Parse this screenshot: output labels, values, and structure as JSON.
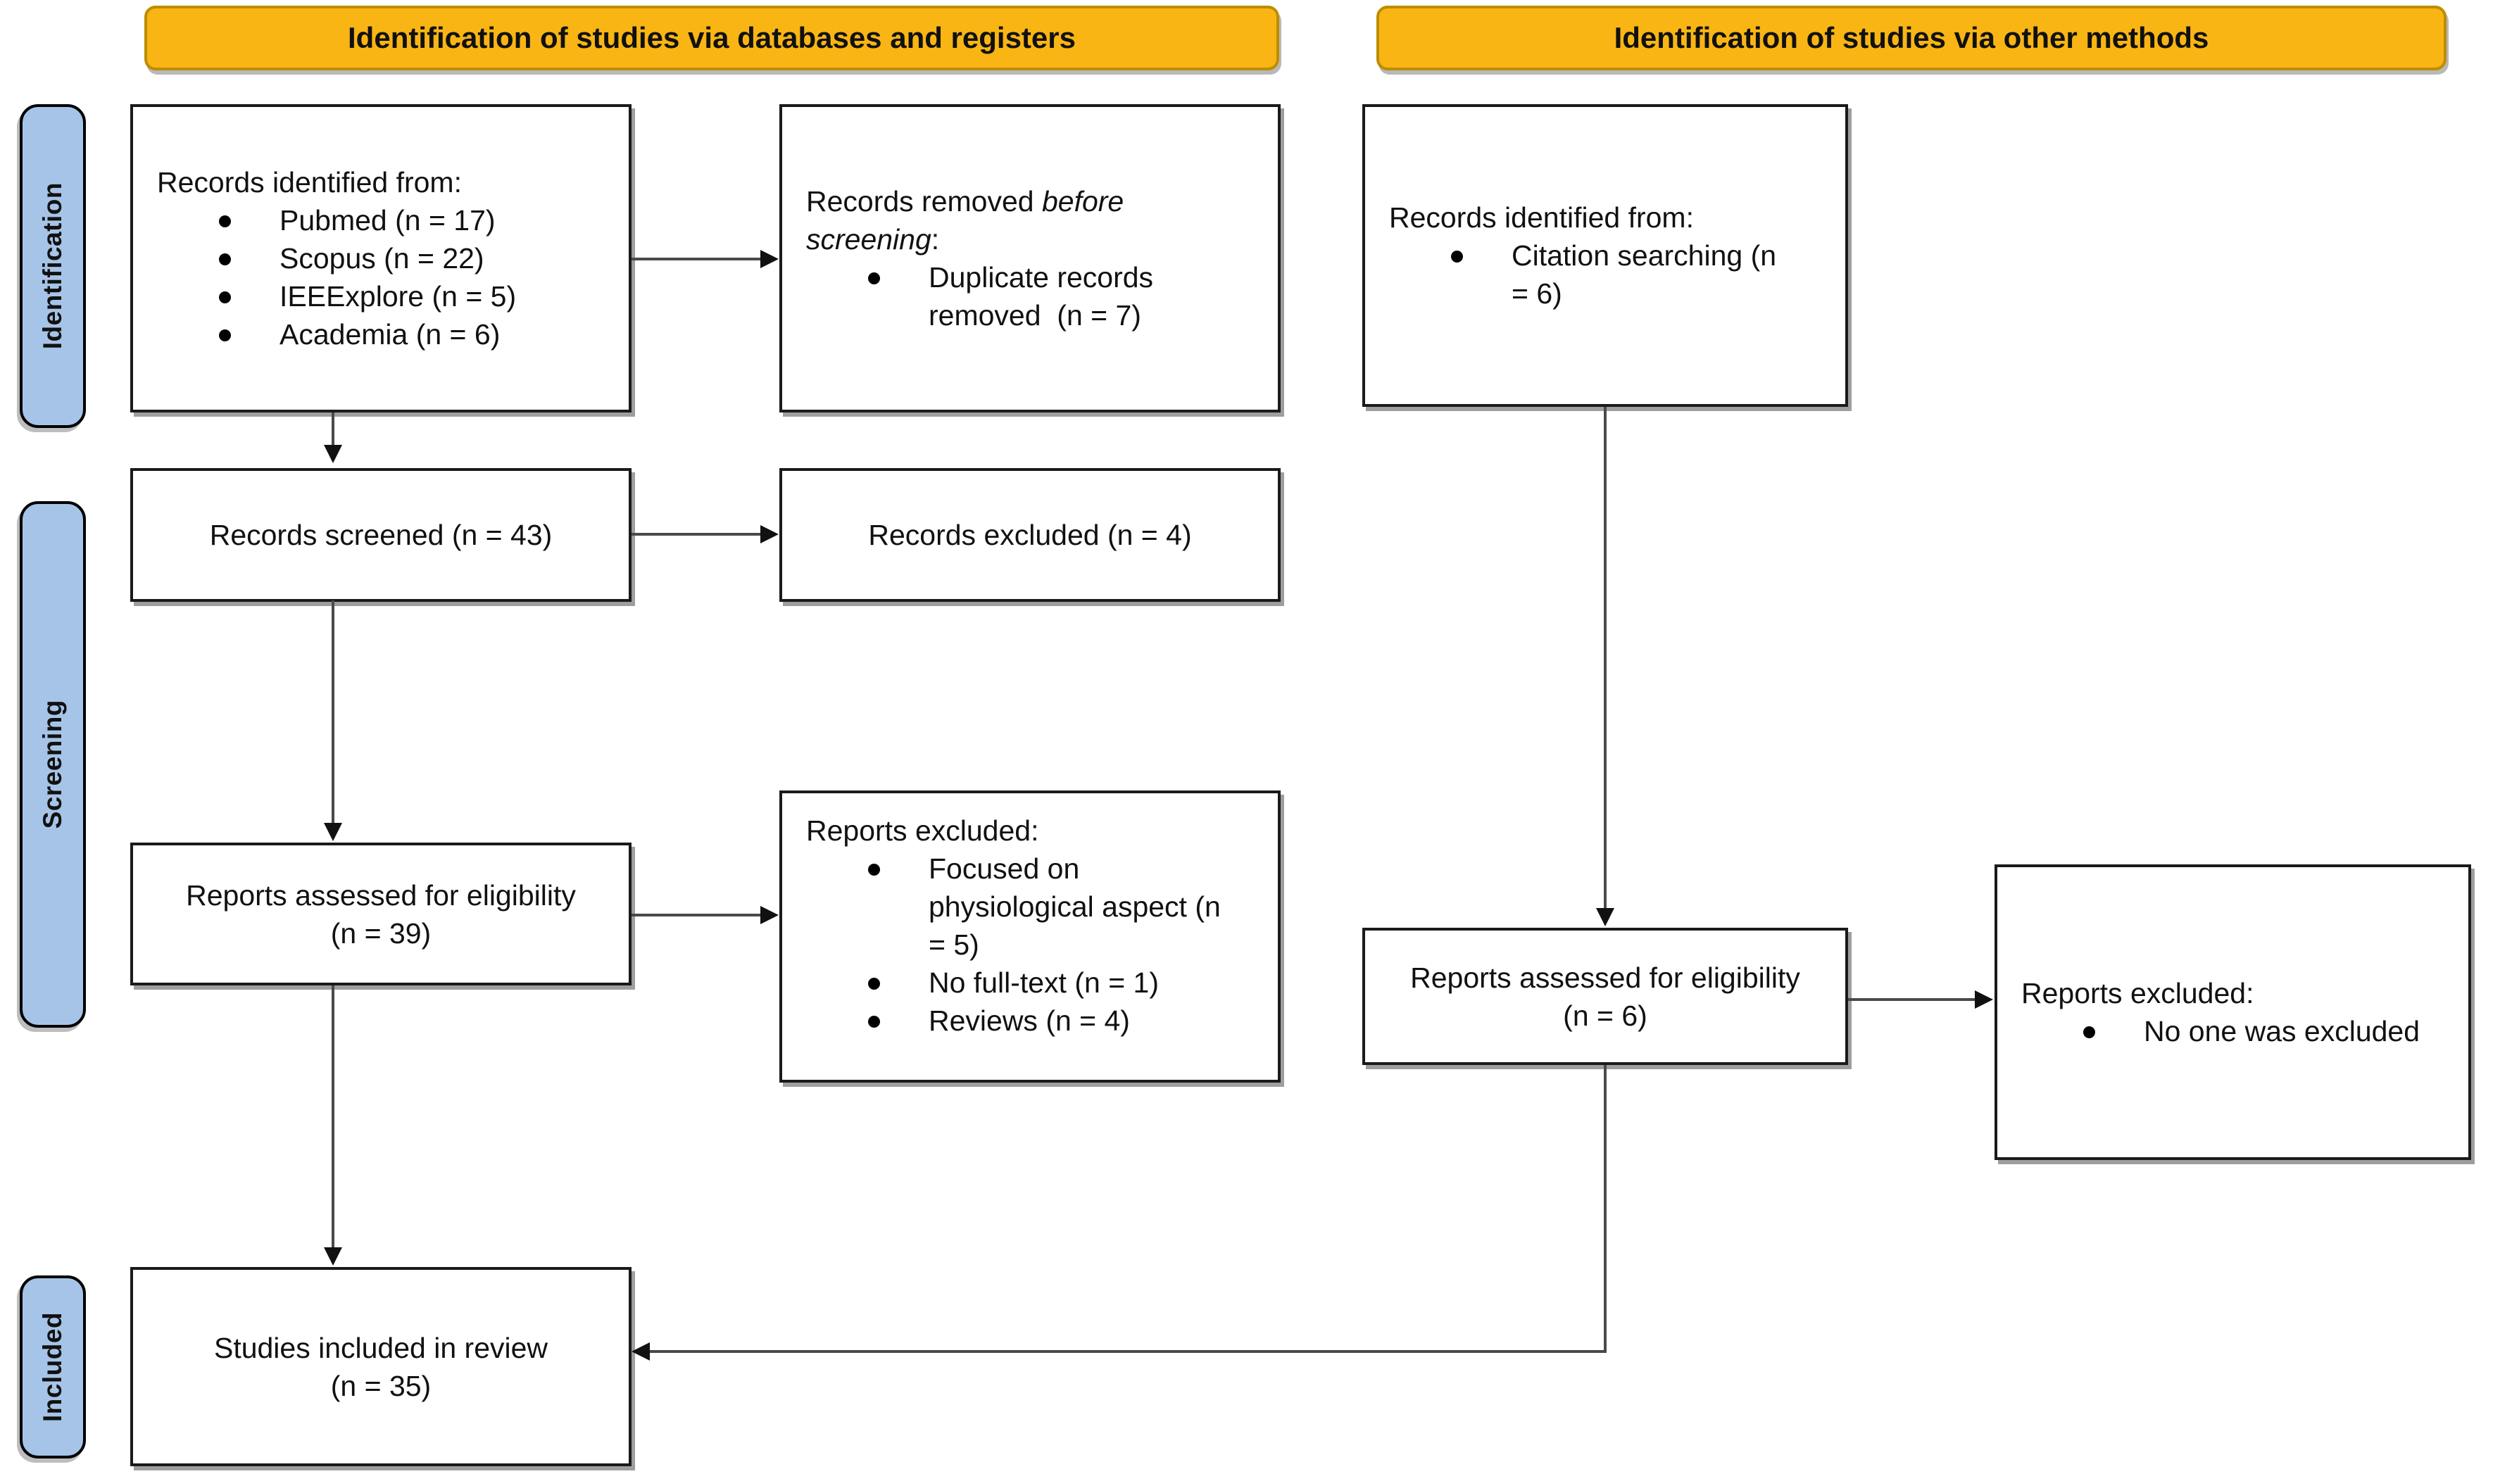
{
  "headers": {
    "databases": "Identification of studies via databases and registers",
    "other": "Identification of studies via other methods"
  },
  "stages": {
    "identification": "Identification",
    "screening": "Screening",
    "included": "Included"
  },
  "boxes": {
    "records_identified": {
      "title": "Records identified from:",
      "items": [
        "Pubmed (n = 17)",
        "Scopus (n = 22)",
        "IEEExplore (n = 5)",
        "Academia (n = 6)"
      ]
    },
    "records_removed": {
      "title_prefix": "Records removed ",
      "title_emphasis": "before screening",
      "title_suffix": ":",
      "items": [
        "Duplicate records removed  (n = 7)"
      ]
    },
    "citation_identified": {
      "title": "Records identified from:",
      "items": [
        "Citation searching (n = 6)"
      ]
    },
    "records_screened": {
      "label": "Records screened (n = 43)"
    },
    "records_excluded": {
      "label": "Records excluded (n = 4)"
    },
    "reports_assessed_databases": {
      "line1": "Reports assessed for eligibility",
      "line2": "(n = 39)"
    },
    "reports_excluded_reasons": {
      "title": "Reports excluded:",
      "items": [
        "Focused on physiological aspect (n = 5)",
        "No full-text (n = 1)",
        "Reviews (n = 4)"
      ]
    },
    "reports_assessed_other": {
      "line1": "Reports assessed for eligibility",
      "line2": "(n = 6)"
    },
    "reports_excluded_other": {
      "title": "Reports excluded:",
      "items": [
        "No one was excluded"
      ]
    },
    "studies_included": {
      "line1": "Studies included in review",
      "line2": "(n = 35)"
    }
  },
  "colors": {
    "header_fill": "#F9B514",
    "header_border": "#BD8D00",
    "stage_fill": "#A6C4E7",
    "box_border": "#1A1A1A",
    "arrow": "#4A4A4A"
  }
}
